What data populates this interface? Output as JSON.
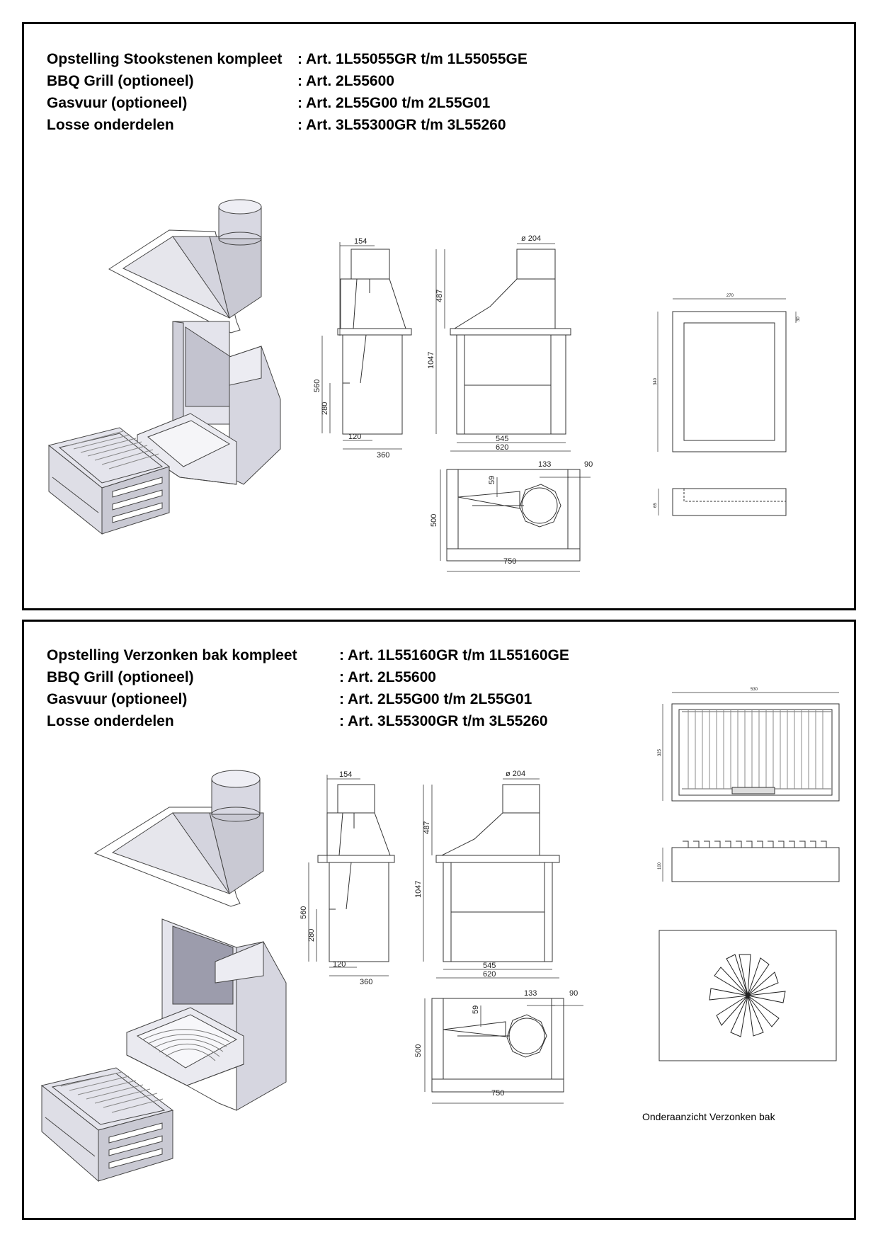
{
  "section1": {
    "header": [
      {
        "label": "Opstelling Stookstenen kompleet",
        "value": ": Art. 1L55055GR t/m 1L55055GE"
      },
      {
        "label": "BBQ Grill (optioneel)",
        "value": ": Art. 2L55600"
      },
      {
        "label": "Gasvuur (optioneel)",
        "value": ": Art. 2L55G00 t/m 2L55G01"
      },
      {
        "label": "Losse onderdelen",
        "value": ": Art. 3L55300GR t/m 3L55260"
      }
    ],
    "dims": {
      "d154": "154",
      "d204": "ø 204",
      "d487": "487",
      "d1047": "1047",
      "d560": "560",
      "d280": "280",
      "d120": "120",
      "d360": "360",
      "d545": "545",
      "d620": "620",
      "d59": "59",
      "d133": "133",
      "d90": "90",
      "d500": "500",
      "d750": "750",
      "d270": "270",
      "d30": "30",
      "d340": "340",
      "d65": "65"
    }
  },
  "section2": {
    "header": [
      {
        "label": "Opstelling Verzonken bak kompleet",
        "value": ": Art. 1L55160GR t/m 1L55160GE"
      },
      {
        "label": "BBQ Grill (optioneel)",
        "value": ": Art. 2L55600"
      },
      {
        "label": "Gasvuur (optioneel)",
        "value": ": Art. 2L55G00 t/m 2L55G01"
      },
      {
        "label": "Losse onderdelen",
        "value": ": Art. 3L55300GR t/m 3L55260"
      }
    ],
    "dims": {
      "d154": "154",
      "d204": "ø 204",
      "d487": "487",
      "d1047": "1047",
      "d560": "560",
      "d280": "280",
      "d120": "120",
      "d360": "360",
      "d545": "545",
      "d620": "620",
      "d59": "59",
      "d133": "133",
      "d90": "90",
      "d500": "500",
      "d750": "750",
      "d530": "530",
      "d325": "325",
      "d100": "100"
    },
    "caption": "Onderaanzicht Verzonken bak"
  }
}
